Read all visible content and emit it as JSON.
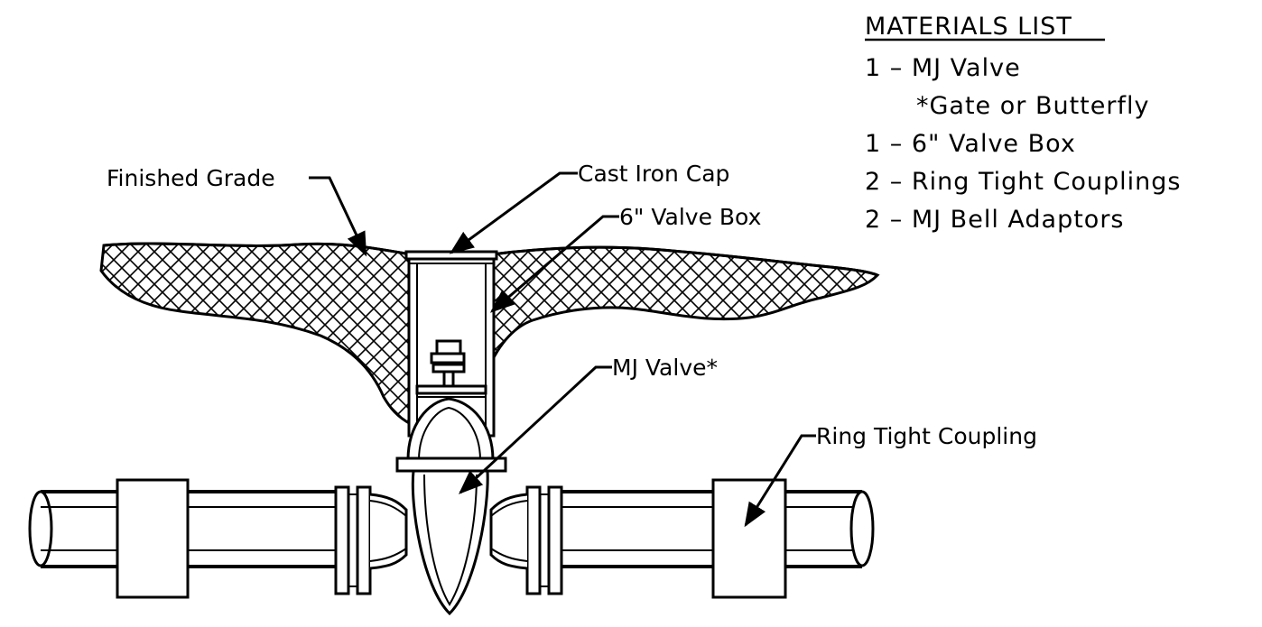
{
  "materials_list": {
    "title": "MATERIALS LIST",
    "items": [
      "1  –  MJ Valve",
      "*Gate or Butterfly",
      "1  –  6\"  Valve Box",
      "2  –  Ring Tight Couplings",
      "2  –  MJ Bell Adaptors"
    ]
  },
  "callouts": {
    "finished_grade": "Finished Grade",
    "cast_iron_cap": "Cast Iron Cap",
    "valve_box": "6\"  Valve Box",
    "mj_valve": "MJ Valve*",
    "ring_tight_coupling": "Ring Tight Coupling"
  }
}
